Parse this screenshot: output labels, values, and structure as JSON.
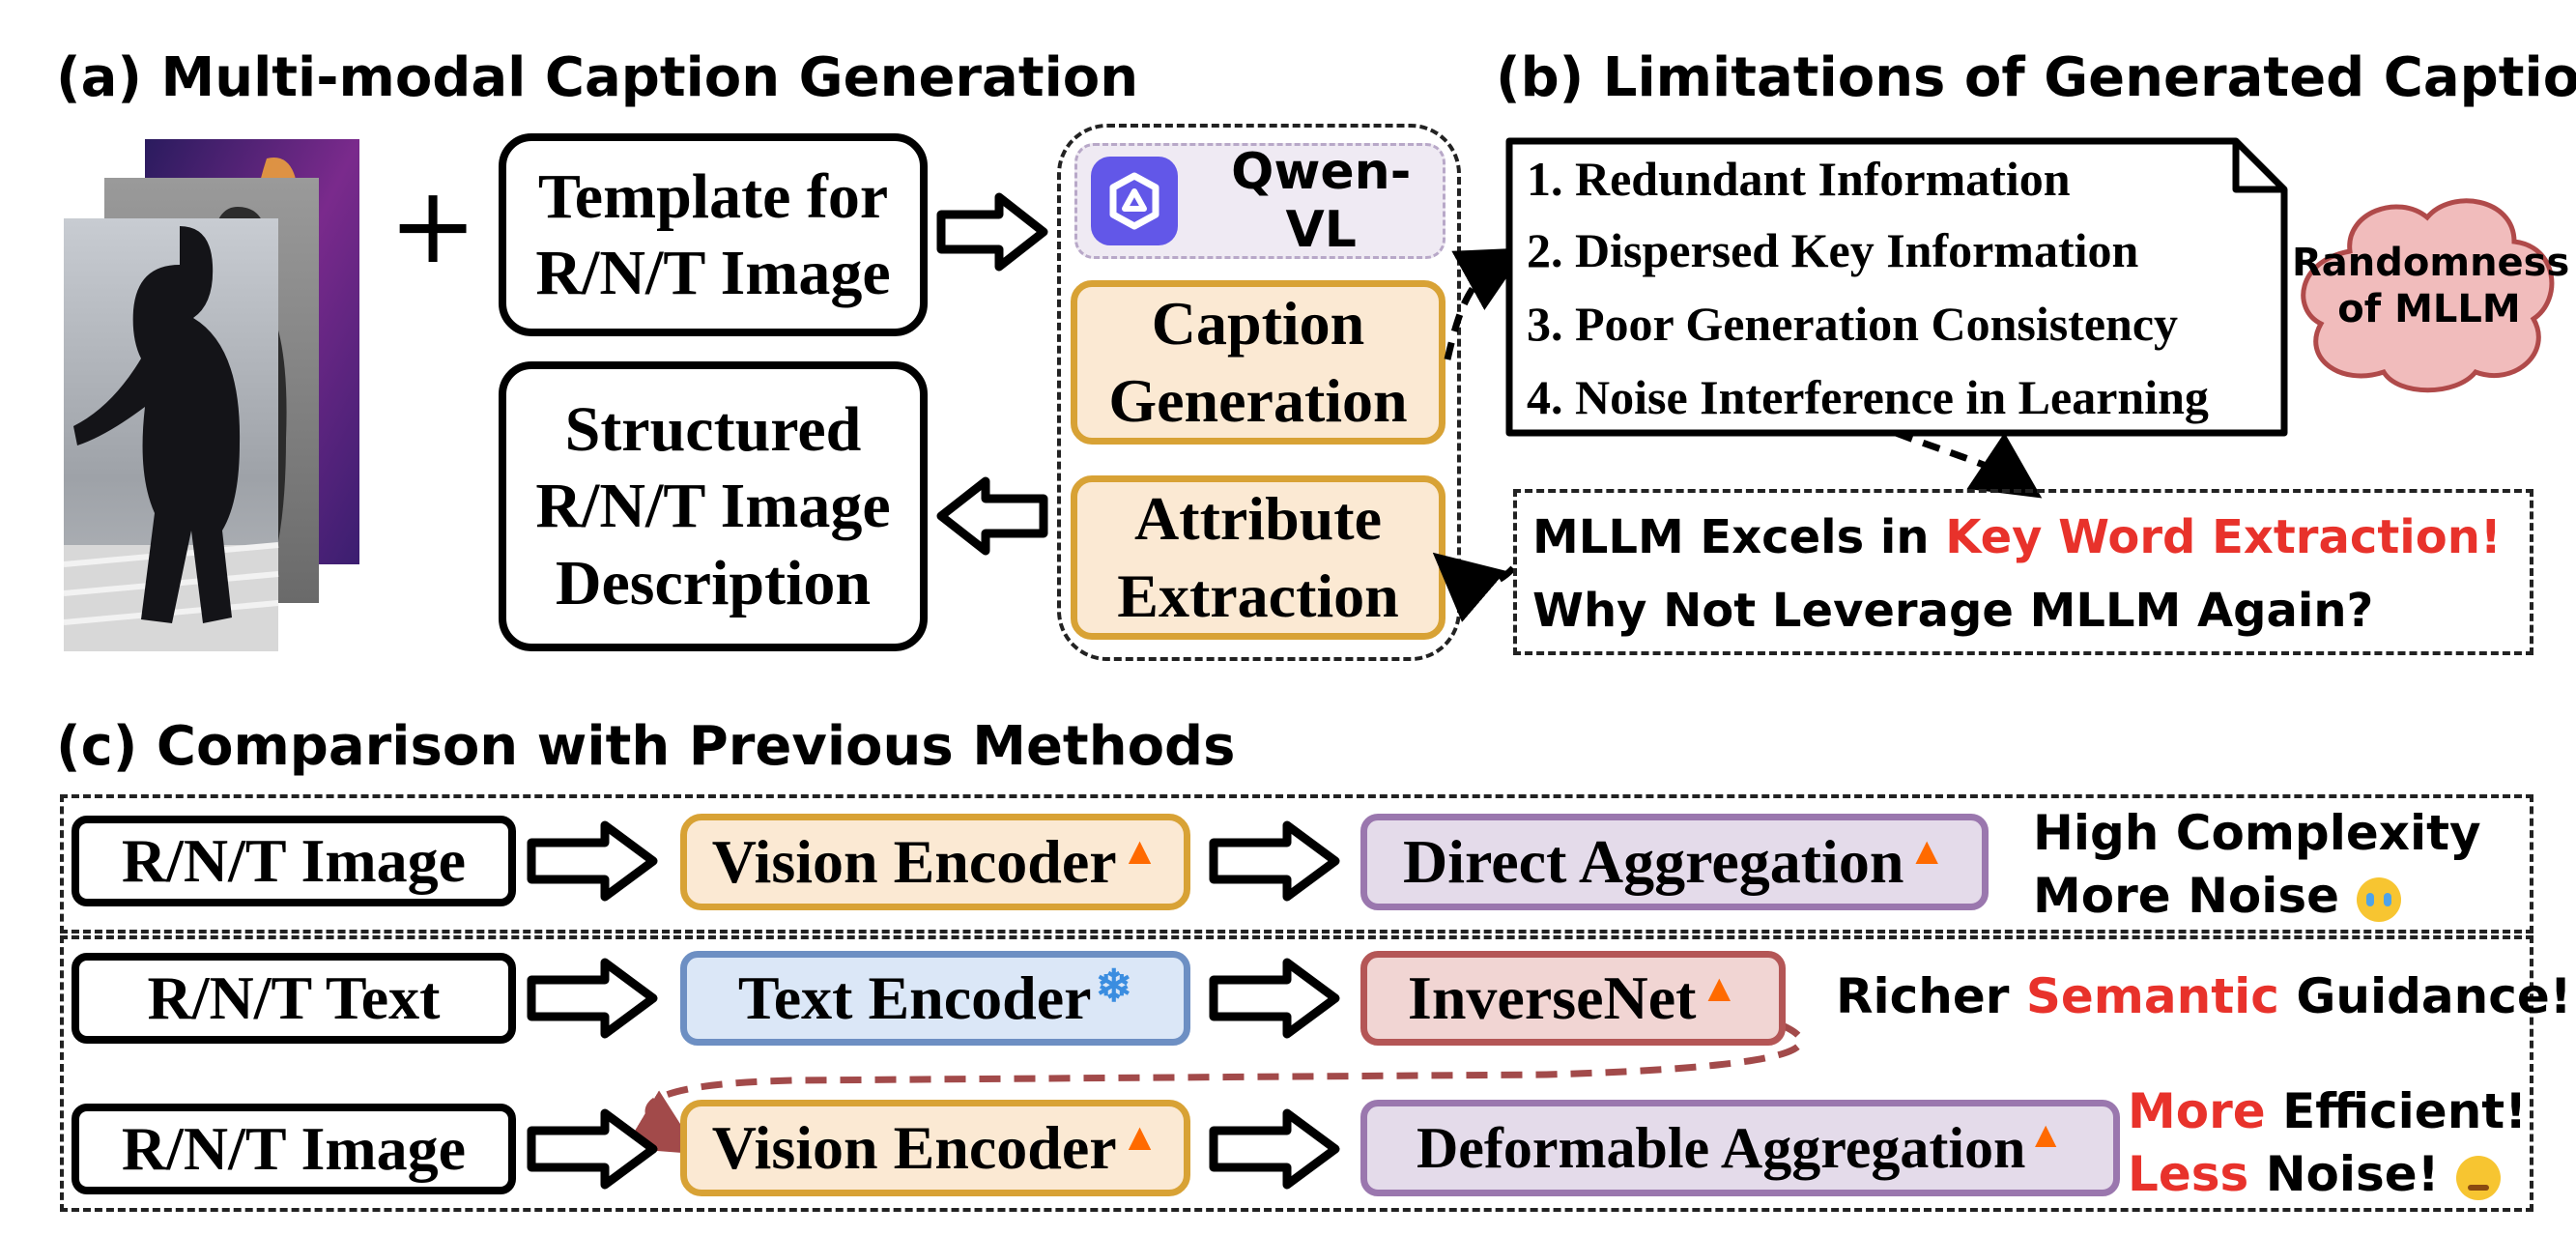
{
  "section_a": {
    "title": "(a) Multi-modal Caption Generation",
    "plus": "+",
    "template_line1": "Template for",
    "template_line2": "R/N/T Image",
    "structured_line1": "Structured",
    "structured_line2": "R/N/T Image",
    "structured_line3": "Description",
    "qwen_label": "Qwen-VL",
    "caption_line1": "Caption",
    "caption_line2": "Generation",
    "attribute_line1": "Attribute",
    "attribute_line2": "Extraction"
  },
  "section_b": {
    "title": "(b) Limitations of Generated Captions",
    "items": [
      "1. Redundant Information",
      "2. Dispersed Key Information",
      "3. Poor Generation Consistency",
      "4. Noise Interference in Learning"
    ],
    "cloud_line1": "Randomness",
    "cloud_line2": "of MLLM",
    "insight_prefix": "MLLM Excels in ",
    "insight_highlight": "Key Word Extraction",
    "insight_suffix": "!",
    "insight_line2": "Why Not Leverage MLLM Again?"
  },
  "section_c": {
    "title": "(c) Comparison with Previous Methods",
    "row1": {
      "input": "R/N/T Image",
      "encoder": "Vision Encoder",
      "aggregator": "Direct Aggregation",
      "note_line1": "High Complexity",
      "note_line2": "More Noise"
    },
    "row2": {
      "input": "R/N/T Text",
      "encoder": "Text Encoder",
      "net": "InverseNet",
      "note_prefix": "Richer ",
      "note_highlight": "Semantic",
      "note_suffix": " Guidance!"
    },
    "row3": {
      "input": "R/N/T Image",
      "encoder": "Vision Encoder",
      "aggregator": "Deformable Aggregation",
      "note1_highlight": "More",
      "note1_suffix": " Efficient!",
      "note2_highlight": "Less",
      "note2_suffix": " Noise!"
    }
  },
  "colors": {
    "orange_fill": "#fbe9d3",
    "orange_border": "#d8a235",
    "purple_fill": "#e4dbea",
    "purple_border": "#9a77ae",
    "blue_fill": "#dbe7f7",
    "blue_border": "#6d8fc3",
    "red_fill": "#f1d5d3",
    "red_border": "#b45656",
    "highlight_red": "#e8322b"
  }
}
